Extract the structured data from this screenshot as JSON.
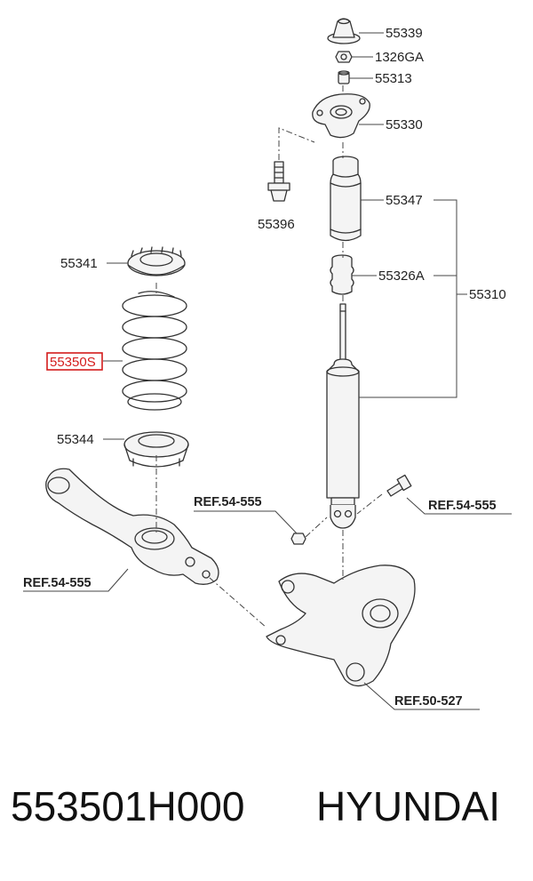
{
  "diagram": {
    "callouts": {
      "c55339": "55339",
      "c1326ga": "1326GA",
      "c55313": "55313",
      "c55330": "55330",
      "c55396": "55396",
      "c55347": "55347",
      "c55341": "55341",
      "c55326a": "55326A",
      "c55310": "55310",
      "c55350s": "55350S",
      "c55344": "55344"
    },
    "refs": {
      "ref_bolt_left": "REF.54-555",
      "ref_bolt_right": "REF.54-555",
      "ref_arm": "REF.54-555",
      "ref_knuckle": "REF.50-527"
    },
    "highlight_color": "#d41c1c"
  },
  "footer": {
    "part_number": "553501H000",
    "brand": "HYUNDAI"
  }
}
